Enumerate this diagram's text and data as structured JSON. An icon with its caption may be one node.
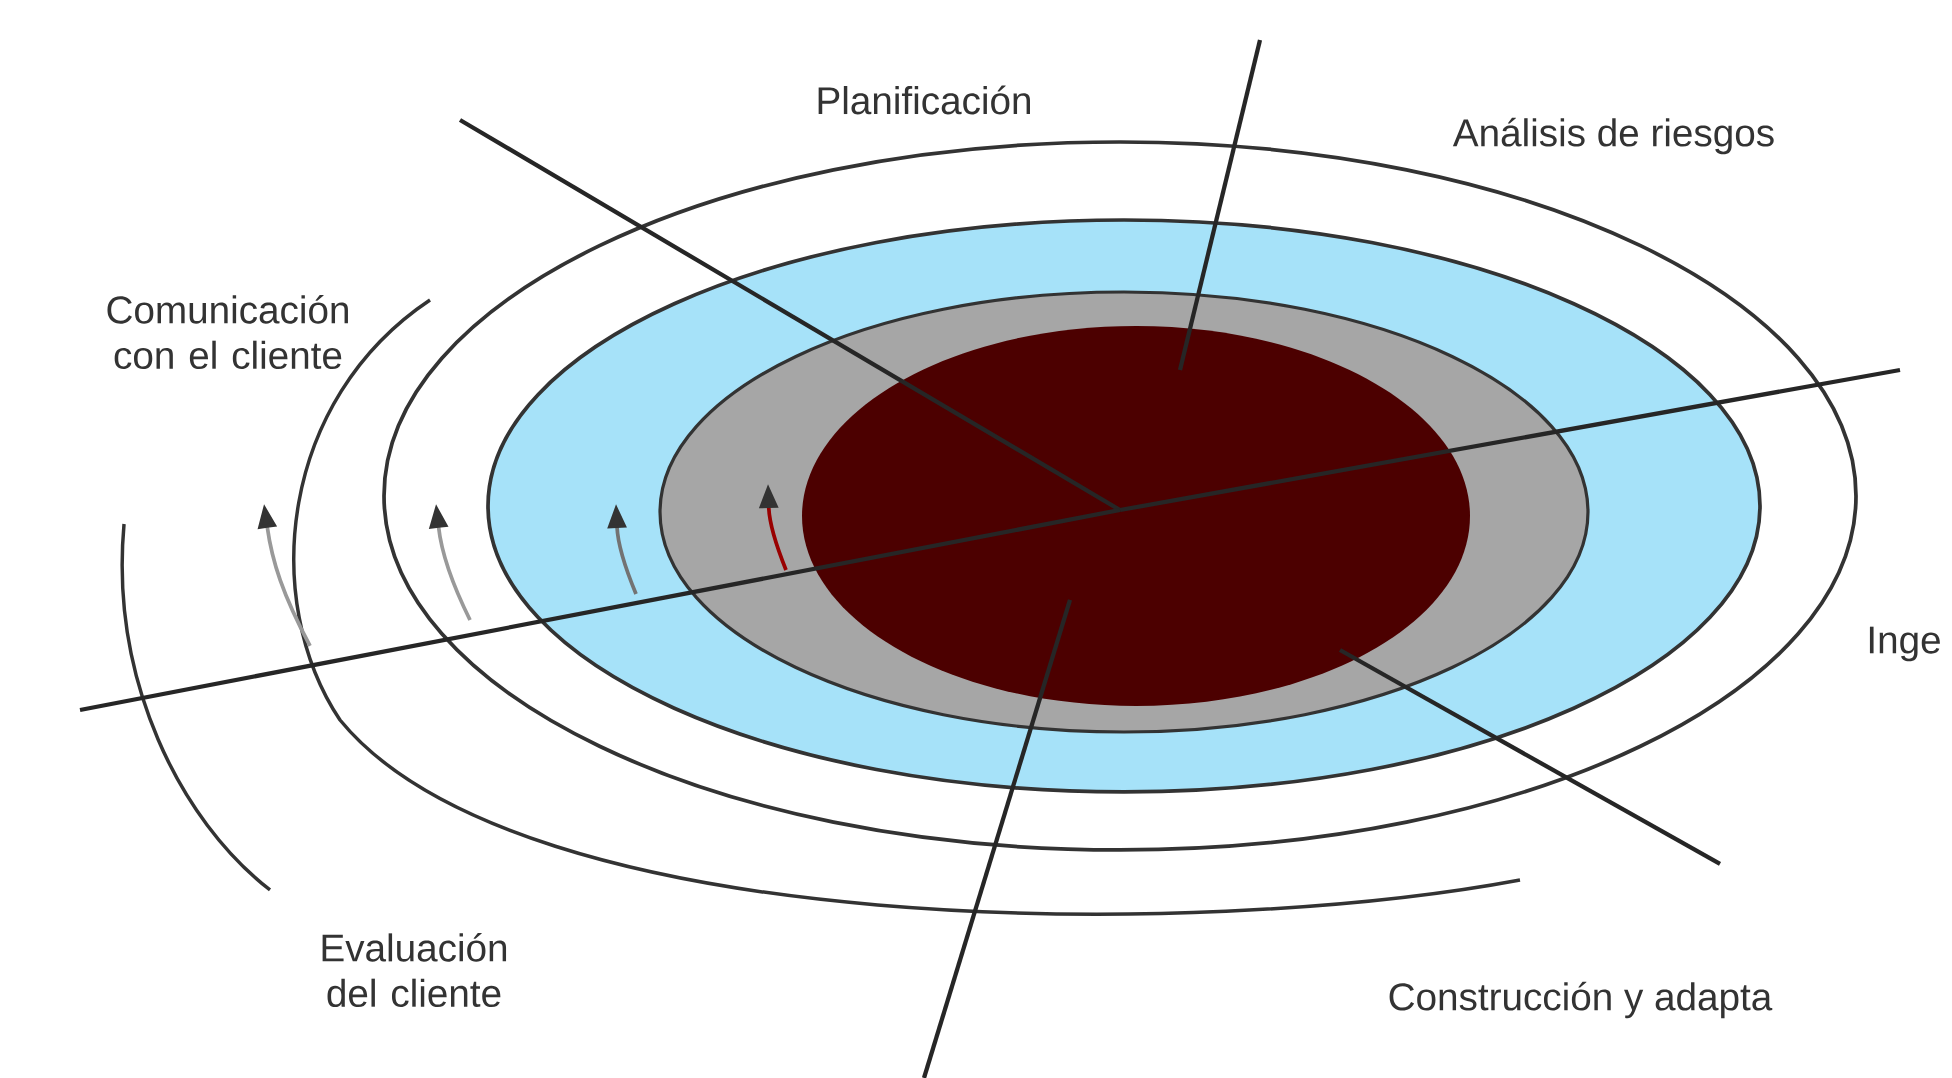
{
  "diagram": {
    "labels": [
      "Planificación",
      "Análisis de riesgos",
      "Comunicación con el cliente",
      "Inge",
      "Evaluación del cliente",
      "Construcción y adapta"
    ]
  }
}
